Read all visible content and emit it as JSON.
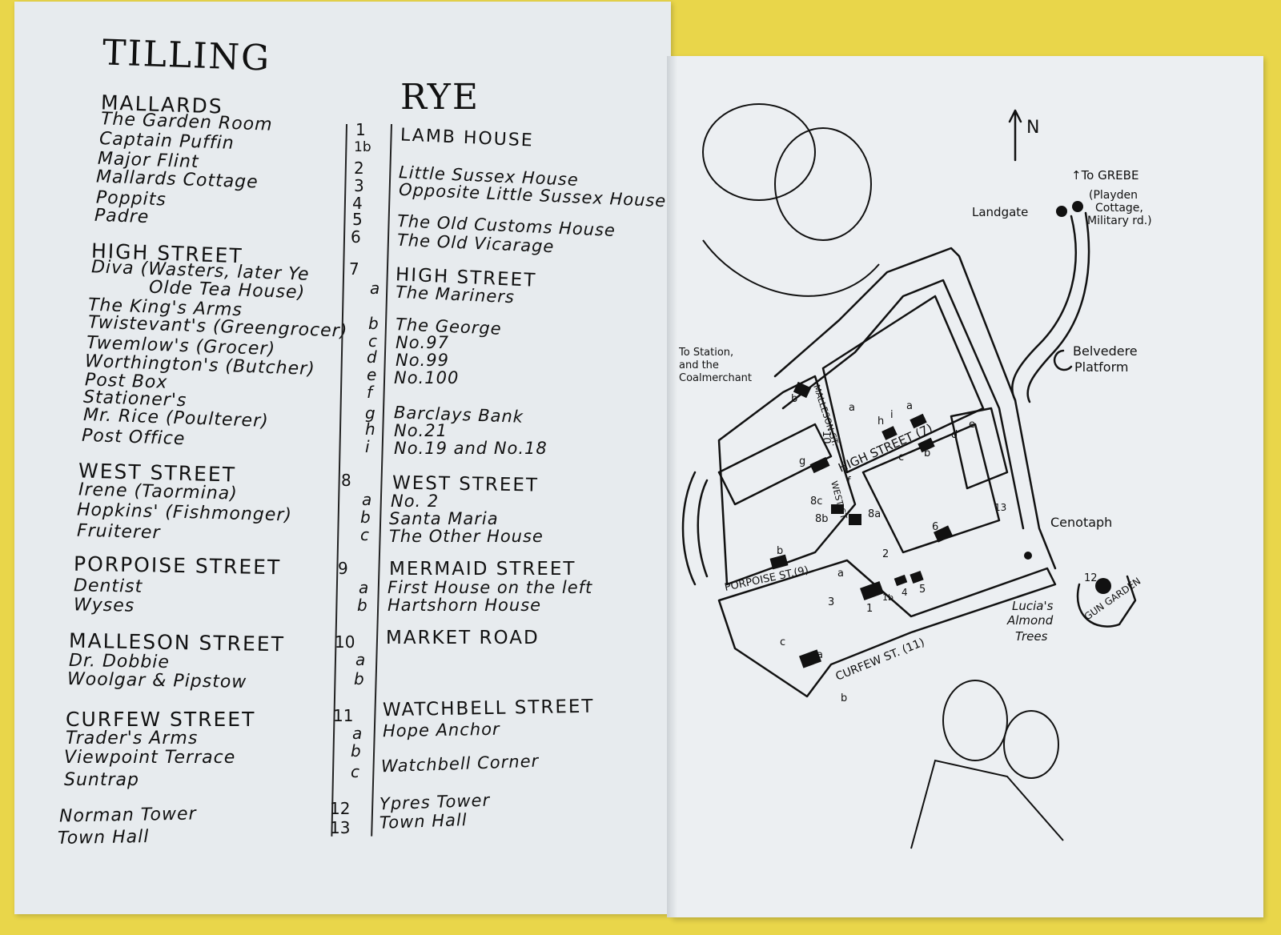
{
  "tilling": {
    "title": "TILLING",
    "groups": [
      {
        "heading": "MALLARDS",
        "items": [
          "The Garden Room",
          "Captain Puffin",
          "Major Flint",
          "Mallards Cottage",
          "Poppits",
          "Padre"
        ]
      },
      {
        "heading": "HIGH STREET",
        "items": [
          "Diva (Wasters, later Ye",
          "Olde Tea House)",
          "The King's Arms",
          "Twistevant's (Greengrocer)",
          "Twemlow's (Grocer)",
          "Worthington's (Butcher)",
          "Post Box",
          "Stationer's",
          "Mr. Rice (Poulterer)",
          "Post Office"
        ]
      },
      {
        "heading": "WEST STREET",
        "items": [
          "Irene (Taormina)",
          "Hopkins' (Fishmonger)",
          "Fruiterer"
        ]
      },
      {
        "heading": "PORPOISE STREET",
        "items": [
          "Dentist",
          "Wyses"
        ]
      },
      {
        "heading": "MALLESON STREET",
        "items": [
          "Dr. Dobbie",
          "Woolgar & Pipstow"
        ]
      },
      {
        "heading": "CURFEW STREET",
        "items": [
          "Trader's Arms",
          "Viewpoint Terrace",
          "Suntrap"
        ]
      },
      {
        "heading": "",
        "items": [
          "Norman Tower",
          "Town Hall"
        ]
      }
    ]
  },
  "rye": {
    "title": "RYE",
    "numbers": [
      "1",
      "1b",
      "2",
      "3",
      "4",
      "5",
      "6",
      "7",
      "8",
      "9",
      "10",
      "11",
      "12",
      "13"
    ],
    "letters": [
      "a",
      "b",
      "c",
      "d",
      "e",
      "f",
      "g",
      "h",
      "i",
      "a",
      "b",
      "c",
      "a",
      "b",
      "a",
      "b",
      "a",
      "b",
      "c"
    ],
    "entries": [
      "LAMB HOUSE",
      "Little Sussex House",
      "Opposite Little Sussex House",
      "The Old Customs House",
      "The Old Vicarage",
      "HIGH STREET",
      "The Mariners",
      "The George",
      "No.97",
      "No.99",
      "No.100",
      "Barclays Bank",
      "No.21",
      "No.19 and No.18",
      "WEST STREET",
      "No. 2",
      "Santa Maria",
      "The Other House",
      "MERMAID STREET",
      "First House on the left",
      "Hartshorn House",
      "MARKET ROAD",
      "WATCHBELL STREET",
      "Hope Anchor",
      "Watchbell Corner",
      "Ypres Tower",
      "Town Hall"
    ]
  },
  "map": {
    "north": "N",
    "labels": {
      "to_grebe": "↑To GREBE",
      "playden1": "(Playden",
      "playden2": "Cottage,",
      "playden3": "Military rd.)",
      "landgate": "Landgate",
      "station1": "To Station,",
      "station2": "and the",
      "station3": "Coalmerchant",
      "belvedere1": "Belvedere",
      "belvedere2": "Platform",
      "cenotaph": "Cenotaph",
      "lucia1": "Lucia's",
      "lucia2": "Almond",
      "lucia3": "Trees",
      "gun_garden": "GUN GARDEN",
      "malleson_st": "MALLESON ST.",
      "high_street": "HIGH STREET (7)",
      "west_st": "WEST ST.",
      "porpoise_st": "PORPOISE ST.(9)",
      "curfew_st": "CURFEW ST. (11)"
    },
    "markers": [
      "a",
      "b",
      "c",
      "d",
      "e",
      "f",
      "g",
      "h",
      "i",
      "10",
      "8c",
      "8b",
      "8a",
      "6",
      "13",
      "b",
      "a",
      "2",
      "3",
      "1",
      "1b",
      "4",
      "5",
      "12",
      "c",
      "a",
      "b",
      "b",
      "c"
    ]
  },
  "colors": {
    "paper": "#e7ebee",
    "ink": "#111111",
    "background": "#e9d64a"
  }
}
